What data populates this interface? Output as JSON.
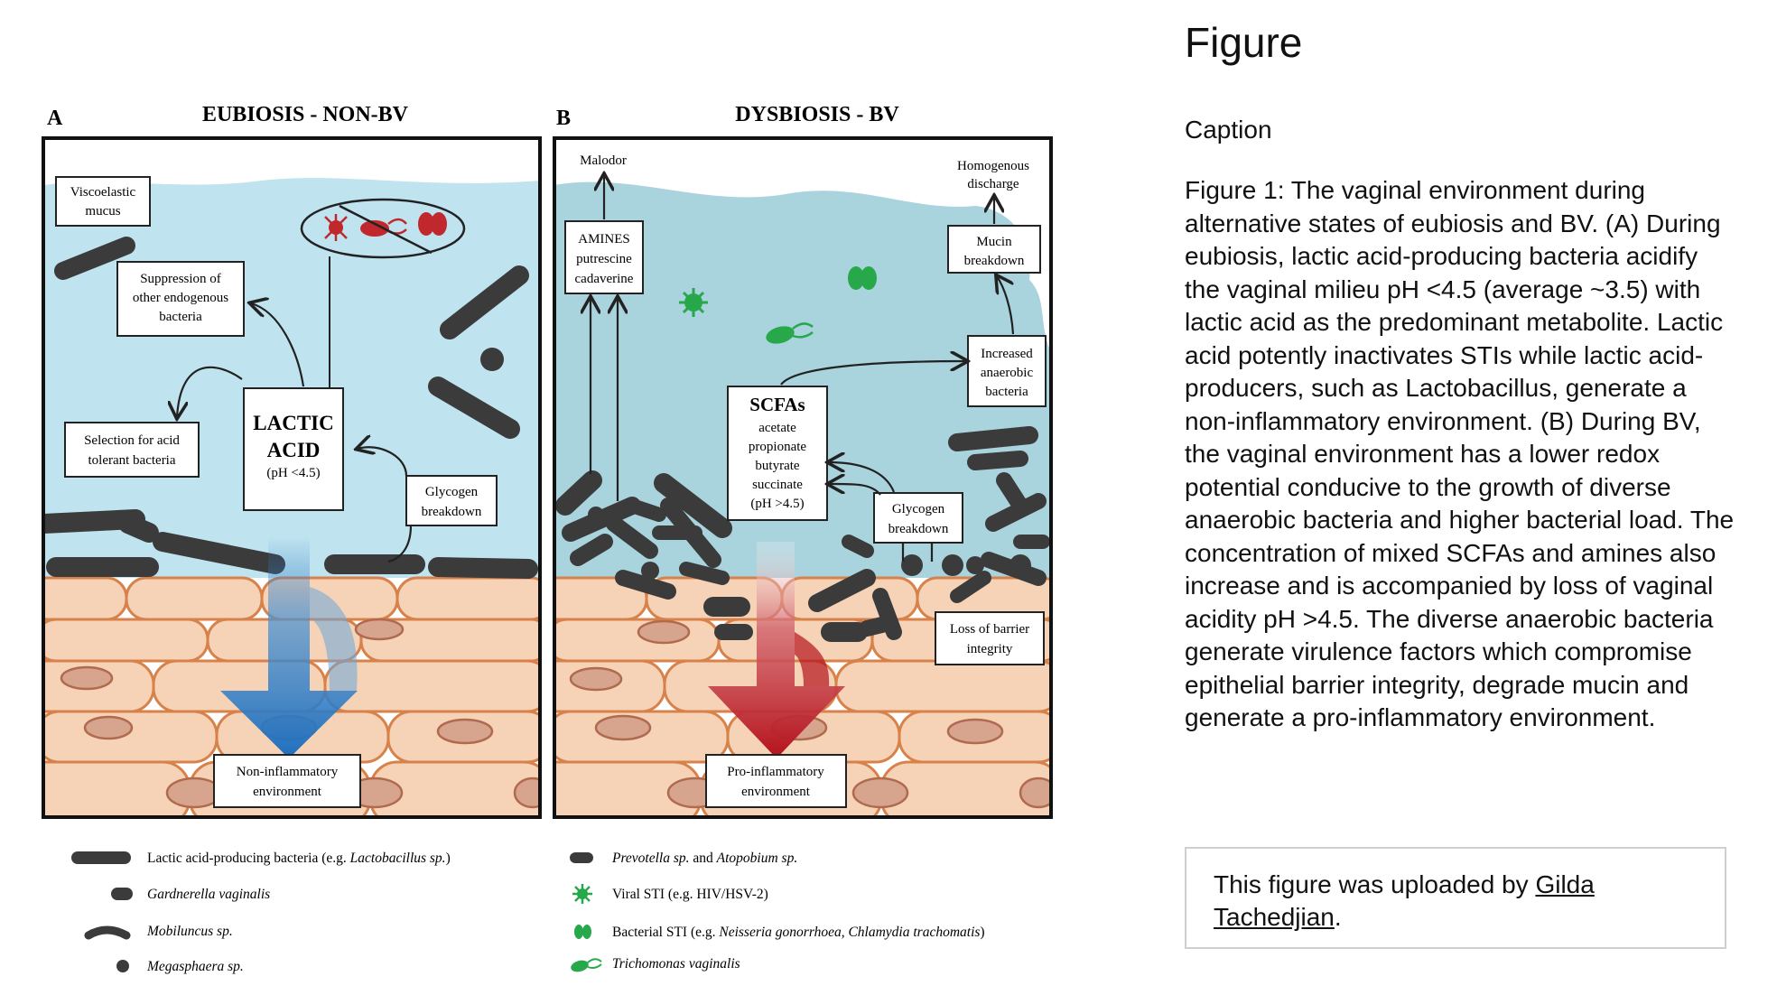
{
  "page": {
    "title": "Figure",
    "caption_heading": "Caption",
    "caption_text": "Figure 1: The vaginal environment during alternative states of eubiosis and BV. (A) During eubiosis, lactic acid-producing bacteria acidify the vaginal milieu pH <4.5 (average ~3.5) with lactic acid as the predominant metabolite. Lactic acid potently inactivates STIs while lactic acid-producers, such as Lactobacillus, generate a non-inflammatory environment. (B) During BV, the vaginal environment has a lower redox potential conducive to the growth of diverse anaerobic bacteria and higher bacterial load. The concentration of mixed SCFAs and amines also increase and is accompanied by loss of vaginal acidity pH >4.5. The diverse anaerobic bacteria generate virulence factors which compromise epithelial barrier integrity, degrade mucin and generate a pro-inflammatory environment.",
    "upload_prefix": "This figure was uploaded by ",
    "upload_author": "Gilda Tachedjian",
    "upload_suffix": "."
  },
  "panel_a": {
    "letter": "A",
    "title": "EUBIOSIS - NON-BV",
    "viscoelastic": [
      "Viscoelastic",
      "mucus"
    ],
    "suppression": [
      "Suppression of",
      "other endogenous",
      "bacteria"
    ],
    "selection": [
      "Selection for acid",
      "tolerant bacteria"
    ],
    "lactic": [
      "LACTIC",
      "ACID",
      "(pH <4.5)"
    ],
    "glycogen": [
      "Glycogen",
      "breakdown"
    ],
    "outcome": [
      "Non-inflammatory",
      "environment"
    ]
  },
  "panel_b": {
    "letter": "B",
    "title": "DYSBIOSIS - BV",
    "malodor": "Malodor",
    "amines": [
      "AMINES",
      "putrescine",
      "cadaverine"
    ],
    "homogenous": [
      "Homogenous",
      "discharge"
    ],
    "mucin": [
      "Mucin",
      "breakdown"
    ],
    "anaerobic": [
      "Increased",
      "anaerobic",
      "bacteria"
    ],
    "scfas": [
      "SCFAs",
      "acetate",
      "propionate",
      "butyrate",
      "succinate",
      "(pH >4.5)"
    ],
    "glycogen": [
      "Glycogen",
      "breakdown"
    ],
    "barrier": [
      "Loss of barrier",
      "integrity"
    ],
    "outcome": [
      "Pro-inflammatory",
      "environment"
    ]
  },
  "legend": {
    "lactic_producing": "Lactic acid-producing bacteria (e.g. ",
    "lactic_producing_italic": "Lactobacillus sp.",
    "lactic_producing_end": ")",
    "gardnerella": "Gardnerella vaginalis",
    "mobiluncus": "Mobiluncus sp.",
    "megasphaera": "Megasphaera sp.",
    "prevotella_1": "Prevotella sp.",
    "prevotella_and": " and ",
    "prevotella_2": "Atopobium sp.",
    "viral": "Viral STI (e.g. HIV/HSV-2)",
    "bacterial_prefix": "Bacterial STI (e.g. ",
    "bacterial_italic": "Neisseria gonorrhoea, Chlamydia trachomatis",
    "bacterial_end": ")",
    "trichomonas": "Trichomonas vaginalis"
  },
  "colors": {
    "mucus_a": "#bfe3ef",
    "mucus_b": "#a9d3dd",
    "bacteria": "#3b3b3b",
    "cell_fill": "#f6d3b7",
    "cell_stroke": "#d8824b",
    "nucleus": "#d7a48d",
    "blue_arrow": "#1f6fbe",
    "red_arrow": "#b5121b",
    "sti_green": "#27a84a",
    "sti_red": "#c0282d"
  }
}
